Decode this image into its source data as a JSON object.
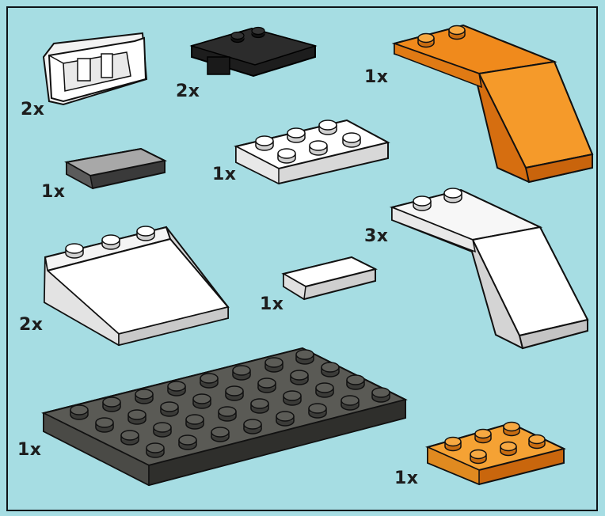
{
  "parts": [
    {
      "id": "hinge-white",
      "quantity": "2x",
      "color": "#ffffff"
    },
    {
      "id": "hinge-black",
      "quantity": "2x",
      "color": "#222222"
    },
    {
      "id": "slope-orange",
      "quantity": "1x",
      "color": "#f08a1c"
    },
    {
      "id": "tile-grey",
      "quantity": "1x",
      "color": "#9c9c9c"
    },
    {
      "id": "plate-2x4-white",
      "quantity": "1x",
      "color": "#ffffff"
    },
    {
      "id": "slope-white-2x2",
      "quantity": "2x",
      "color": "#ffffff"
    },
    {
      "id": "tile-white",
      "quantity": "1x",
      "color": "#ffffff"
    },
    {
      "id": "slope-white-curve",
      "quantity": "3x",
      "color": "#ffffff"
    },
    {
      "id": "plate-4x8-grey",
      "quantity": "1x",
      "color": "#5a5a55"
    },
    {
      "id": "plate-2x3-orange",
      "quantity": "1x",
      "color": "#f5a234"
    }
  ]
}
